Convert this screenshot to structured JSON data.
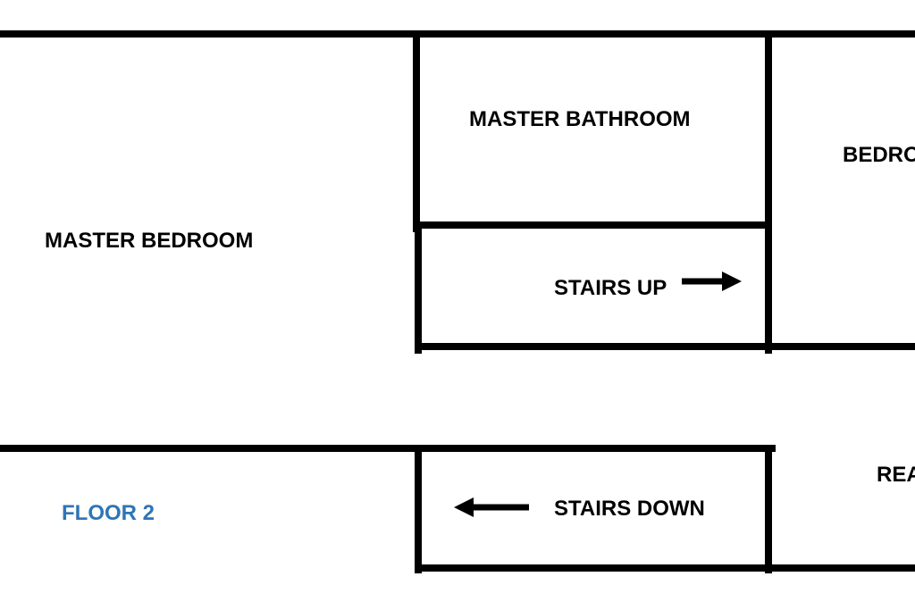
{
  "floor_label": "FLOOR 2",
  "rooms": {
    "master_bedroom": "MASTER BEDROOM",
    "master_bathroom": "MASTER BATHROOM",
    "bedroom": "BEDRO",
    "stairs_up": "STAIRS UP",
    "stairs_down": "STAIRS DOWN",
    "rear": "REA"
  },
  "colors": {
    "wall": "#000000",
    "floor_label": "#2E75B6"
  }
}
